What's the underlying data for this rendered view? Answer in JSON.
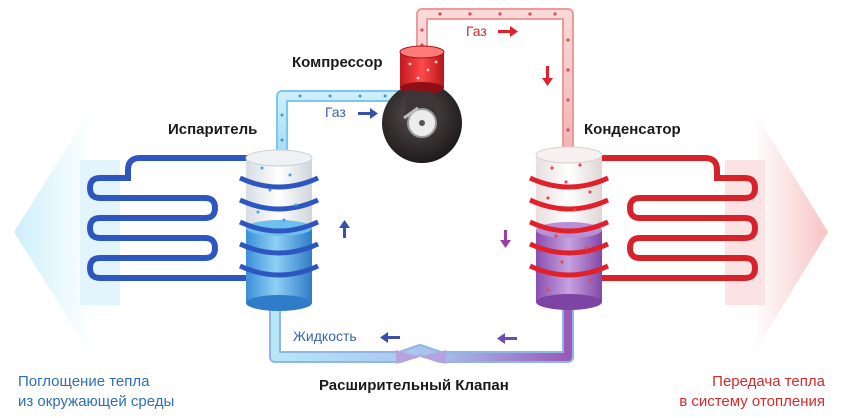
{
  "labels": {
    "compressor": "Компрессор",
    "evaporator": "Испаритель",
    "condenser": "Конденсатор",
    "expansion_valve": "Расширительный Клапан",
    "gas_top": "Газ",
    "gas_left": "Газ",
    "liquid": "Жидкость",
    "absorb_line1": "Поглощение тепла",
    "absorb_line2": "из окружающей среды",
    "transfer_line1": "Передача тепла",
    "transfer_line2": "в систему отопления"
  },
  "colors": {
    "cold": "#2f5fc4",
    "cold_light": "#aee6f8",
    "hot": "#e0202a",
    "hot_light": "#f6b9b9",
    "liquid_purple": "#9a5ab8",
    "text_blue": "#2d6fb8",
    "text_red": "#d42a2a",
    "arrow_blue": "#3b4fa8"
  }
}
